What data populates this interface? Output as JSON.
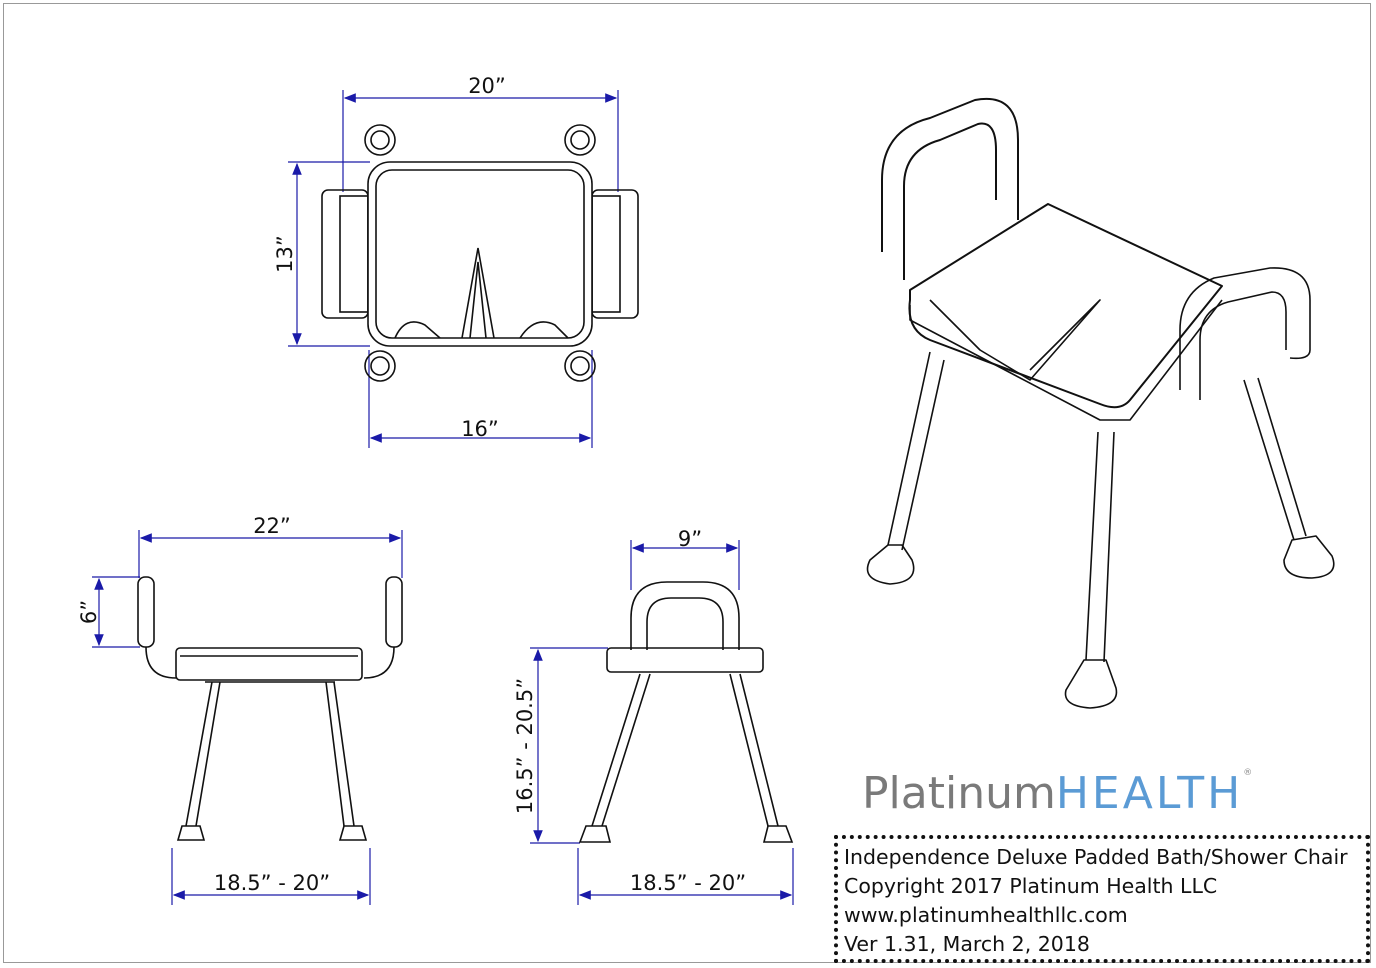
{
  "top_view": {
    "width_top": "20”",
    "depth": "13”",
    "width_seat": "16”"
  },
  "front_view": {
    "overall_width": "22”",
    "arm_height": "6”",
    "leg_span": "18.5” - 20”"
  },
  "side_view": {
    "back_width": "9”",
    "seat_height": "16.5” - 20.5”",
    "leg_span": "18.5” - 20”"
  },
  "logo": {
    "part1": "Platinum",
    "part2": "HEALTH",
    "mark": "®"
  },
  "info": {
    "lines": [
      "Independence Deluxe Padded Bath/Shower Chair",
      "Copyright 2017 Platinum Health LLC",
      "www.platinumhealthllc.com",
      "Ver 1.31, March 2, 2018"
    ]
  },
  "colors": {
    "dimension": "#1a1aa8",
    "logo_gray": "#7a7a7a",
    "logo_blue": "#5b9bd5"
  }
}
